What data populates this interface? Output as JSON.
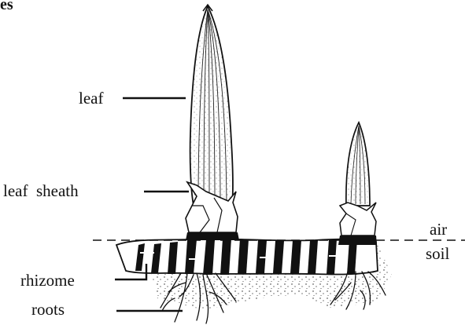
{
  "header": {
    "fragment": "es"
  },
  "labels": {
    "leaf": "leaf",
    "leaf_sheath": "leaf  sheath",
    "rhizome": "rhizome",
    "roots": "roots",
    "air": "air",
    "soil": "soil"
  },
  "colors": {
    "ink": "#111111",
    "paper": "#ffffff"
  }
}
